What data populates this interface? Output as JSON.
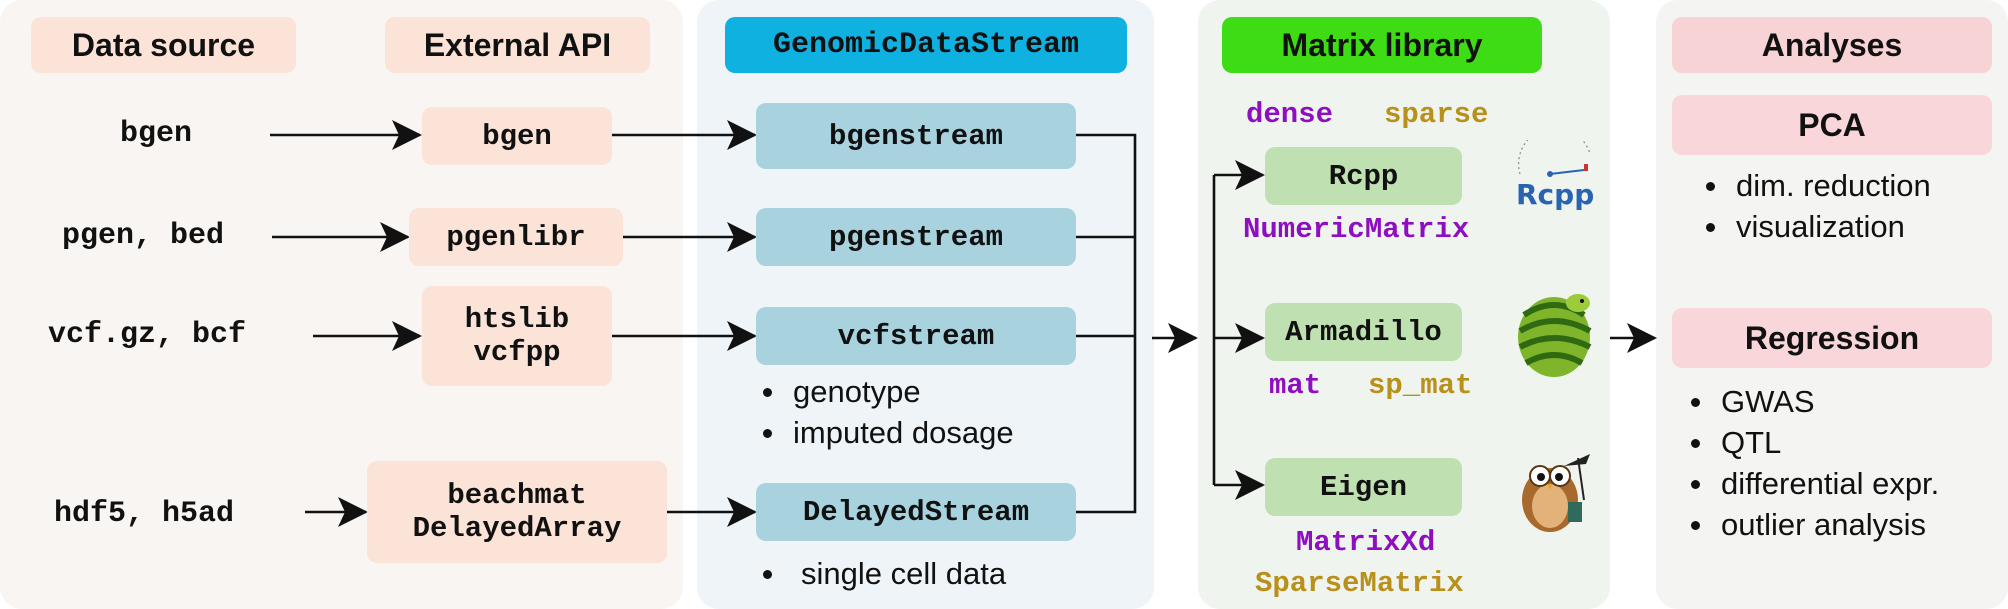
{
  "columns": {
    "data_source": "Data source",
    "external_api": "External API",
    "stream": "GenomicDataStream",
    "matrix": "Matrix library",
    "analyses": "Analyses"
  },
  "sources": [
    "bgen",
    "pgen, bed",
    "vcf.gz, bcf",
    "hdf5, h5ad"
  ],
  "apis": {
    "bgen": "bgen",
    "pgenlibr": "pgenlibr",
    "htslib_1": "htslib",
    "htslib_2": "vcfpp",
    "beachmat_1": "beachmat",
    "beachmat_2": "DelayedArray"
  },
  "streams": [
    "bgenstream",
    "pgenstream",
    "vcfstream",
    "DelayedStream"
  ],
  "vcf_bullets": [
    "genotype",
    "imputed dosage"
  ],
  "delayed_bullets": [
    "single cell data"
  ],
  "matrix": {
    "dense": "dense",
    "sparse": "sparse",
    "rcpp": "Rcpp",
    "rcpp_type": "NumericMatrix",
    "rcpp_logo_text": "Rcpp",
    "armadillo": "Armadillo",
    "arma_dense": "mat",
    "arma_sparse": "sp_mat",
    "eigen": "Eigen",
    "eigen_dense": "MatrixXd",
    "eigen_sparse": "SparseMatrix"
  },
  "analyses": {
    "pca": "PCA",
    "pca_bullets": [
      "dim. reduction",
      "visualization"
    ],
    "regression": "Regression",
    "regression_bullets": [
      "GWAS",
      "QTL",
      "differential expr.",
      "outlier analysis"
    ]
  },
  "colors": {
    "dense": "#8e0fc0",
    "sparse": "#b8901a",
    "stream_header": "#0fb1e0",
    "matrix_header": "#3ddc14"
  }
}
